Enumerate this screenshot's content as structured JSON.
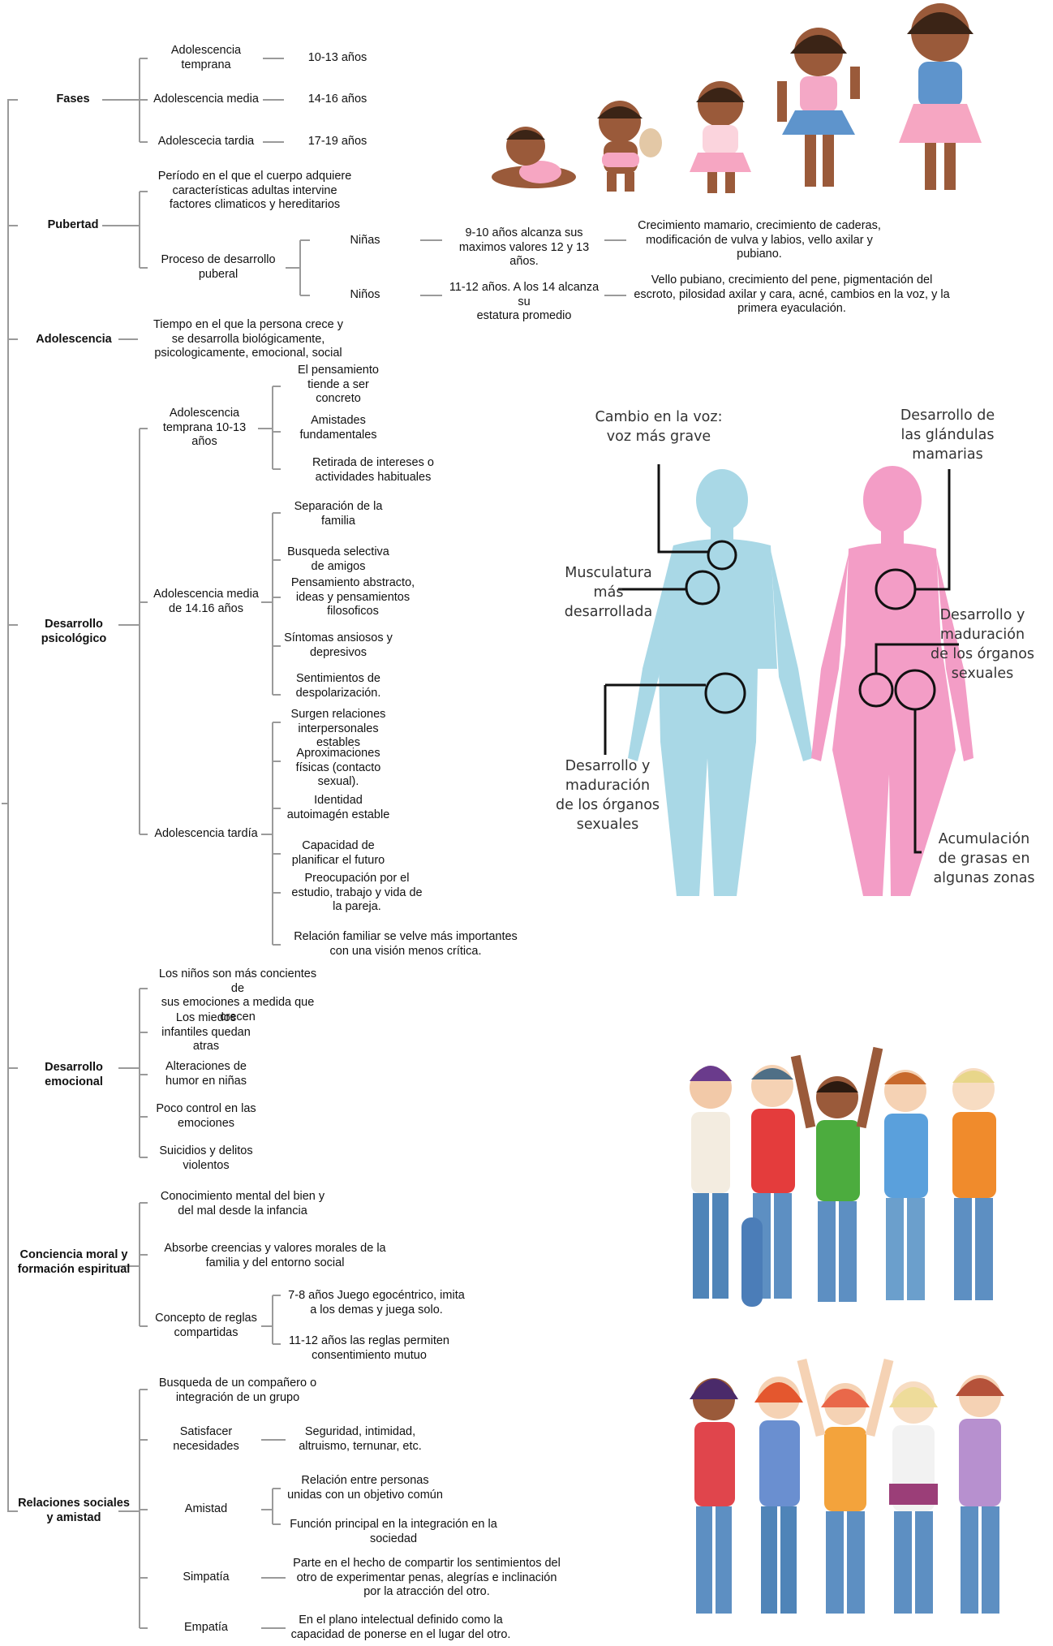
{
  "fases": {
    "title": "Fases",
    "items": [
      {
        "label": "Adolescencia\ntemprana",
        "range": "10-13 años"
      },
      {
        "label": "Adolescencia media",
        "range": "14-16 años"
      },
      {
        "label": "Adolescecia tardia",
        "range": "17-19 años"
      }
    ]
  },
  "pubertad": {
    "title": "Pubertad",
    "definition": "Período en el que el cuerpo adquiere\ncaracterísticas adultas intervine\nfactores climaticos y hereditarios",
    "process": "Proceso de desarrollo\npuberal",
    "ninas_label": "Niñas",
    "ninas_age": "9-10 años alcanza sus\nmaximos valores 12 y 13 años.",
    "ninas_changes": "Crecimiento mamario, crecimiento de caderas,\nmodificación de vulva y labios, vello axilar y\npubiano.",
    "ninos_label": "Niños",
    "ninos_age": "11-12 años. A los 14 alcanza su\nestatura promedio",
    "ninos_changes": "Vello pubiano, crecimiento del pene, pigmentación del\nescroto, pilosidad axilar y cara, acné, cambios en la voz, y la\nprimera eyaculación."
  },
  "adolescencia": {
    "title": "Adolescencia",
    "definition": "Tiempo en el que la persona crece y\nse desarrolla biológicamente,\npsicologicamente, emocional, social"
  },
  "psicologico": {
    "title": "Desarrollo\npsicológico",
    "temprana": {
      "label": "Adolescencia\ntemprana 10-13\naños",
      "items": [
        "El pensamiento\ntiende a ser\nconcreto",
        "Amistades\nfundamentales",
        "Retirada de intereses o\nactividades habituales"
      ]
    },
    "media": {
      "label": "Adolescencia media\nde 14.16 años",
      "items": [
        "Separación de la\nfamilia",
        "Busqueda selectiva\nde amigos",
        "Pensamiento abstracto,\nideas y pensamientos\nfilosoficos",
        "Síntomas ansiosos y\ndepresivos",
        "Sentimientos de\ndespolarización."
      ]
    },
    "tardia": {
      "label": "Adolescencia tardía",
      "items": [
        "Surgen relaciones\ninterpersonales\nestables",
        "Aproximaciones\nfísicas (contacto\nsexual).",
        "Identidad\nautoimagén estable",
        "Capacidad de\nplanificar el futuro",
        "Preocupación por el\nestudio, trabajo y vida de\nla pareja.",
        "Relación familiar se velve más importantes\ncon una visión menos crítica."
      ]
    }
  },
  "emocional": {
    "title": "Desarrollo\nemocional",
    "items": [
      "Los niños son más concientes de\nsus emociones  a medida que\ncrecen",
      "Los miedos\ninfantiles quedan\natras",
      "Alteraciones de\nhumor en niñas",
      "Poco control en las\nemociones",
      "Suicidios y delitos\nviolentos"
    ]
  },
  "moral": {
    "title": "Conciencia moral y\nformación espiritual",
    "item1": "Conocimiento mental del bien y\ndel mal desde la infancia",
    "item2": "Absorbe creencias y valores morales de la\nfamilia y del entorno social",
    "reglas": "Concepto de reglas\ncompartidas",
    "reglas_items": [
      "7-8 años Juego egocéntrico, imita\na los demas y juega solo.",
      "11-12 años las reglas permiten\nconsentimiento mutuo"
    ]
  },
  "sociales": {
    "title": "Relaciones sociales\ny amistad",
    "busqueda": "Busqueda de un compañero o\nintegración de un grupo",
    "satisfacer": "Satisfacer\nnecesidades",
    "satisfacer_detail": "Seguridad, intimidad,\naltruismo, ternunar, etc.",
    "amistad": "Amistad",
    "amistad_items": [
      "Relación entre personas\nunidas con un objetivo común",
      "Función principal en la integración en la\nsociedad"
    ],
    "simpatia": "Simpatía",
    "simpatia_detail": "Parte en el hecho de compartir los sentimientos del\notro de experimentar penas, alegrías e inclinación\npor la atracción del otro.",
    "empatia": "Empatía",
    "empatia_detail": "En el plano intelectual definido como la\ncapacidad de ponerse en el lugar del otro."
  },
  "body_diagram": {
    "voz": "Cambio en la voz:\nvoz más grave",
    "musculatura": "Musculatura\nmás\ndesarrollada",
    "organos_m": "Desarrollo y\nmaduración\nde los órganos\nsexuales",
    "glandulas": "Desarrollo de\nlas glándulas\nmamarias",
    "organos_f": "Desarrollo y\nmaduración\nde los órganos\nsexuales",
    "grasas": "Acumulación\nde grasas en\nalgunas zonas"
  },
  "colors": {
    "line": "#9a9a9a",
    "male_body": "#a9d8e6",
    "female_body": "#f39dc6",
    "skin": "#9a5a3a",
    "dress_pink": "#f6a6c2",
    "dress_blue": "#5e94cc"
  }
}
